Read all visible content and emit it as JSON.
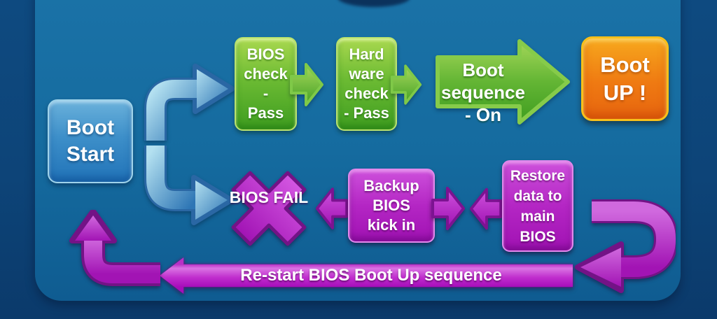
{
  "diagram": {
    "description": "BIOS boot flowchart with success path and backup-BIOS failure loop",
    "background": {
      "outer": "#0d4076",
      "panel": "#15689e"
    },
    "palette": {
      "start_blue": "#2e7dc0",
      "success_green": "#4aa527",
      "boot_up_orange": "#ef7a12",
      "failure_purple": "#b01ec0",
      "connector_blue": "#5b9fd0",
      "text": "#ffffff"
    },
    "nodes": {
      "boot_start": {
        "lines": [
          "Boot",
          "Start"
        ]
      },
      "bios_check": {
        "lines": [
          "BIOS",
          "check",
          "-",
          "Pass"
        ]
      },
      "hardware_check": {
        "lines": [
          "Hard",
          "ware",
          "check",
          "- Pass"
        ]
      },
      "boot_sequence": {
        "lines": [
          "Boot sequence",
          "- On"
        ]
      },
      "boot_up": {
        "lines": [
          "Boot",
          "UP !"
        ]
      },
      "bios_fail": {
        "lines": [
          "BIOS",
          "FAIL"
        ]
      },
      "backup_bios": {
        "lines": [
          "Backup",
          "BIOS",
          "kick in"
        ]
      },
      "restore_data": {
        "lines": [
          "Restore",
          "data to",
          "main",
          "BIOS"
        ]
      },
      "restart_sequence": {
        "label": "Re-start BIOS Boot Up sequence"
      }
    },
    "flow": {
      "success_path": [
        "Boot Start",
        "BIOS check - Pass",
        "Hard ware check - Pass",
        "Boot sequence - On",
        "Boot UP !"
      ],
      "failure_path": [
        "Boot Start",
        "BIOS FAIL",
        "Backup BIOS kick in",
        "Restore data to main BIOS",
        "Re-start BIOS Boot Up sequence",
        "Boot Start"
      ]
    }
  }
}
